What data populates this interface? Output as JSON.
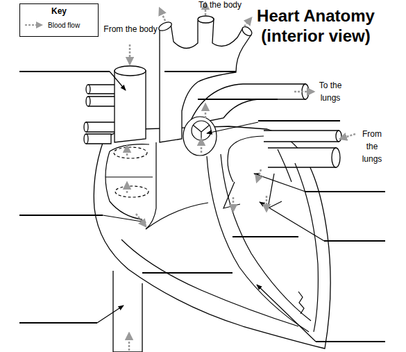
{
  "diagram": {
    "title": "Heart Anatomy (interior view)",
    "nodes": [
      {
        "text": [
          "Key"
        ]
      }
    ],
    "labels": [
      "To the body",
      "From the body",
      "To the lungs",
      "From the lungs"
    ],
    "legend": [
      {
        "text": "Blood flow"
      }
    ]
  }
}
